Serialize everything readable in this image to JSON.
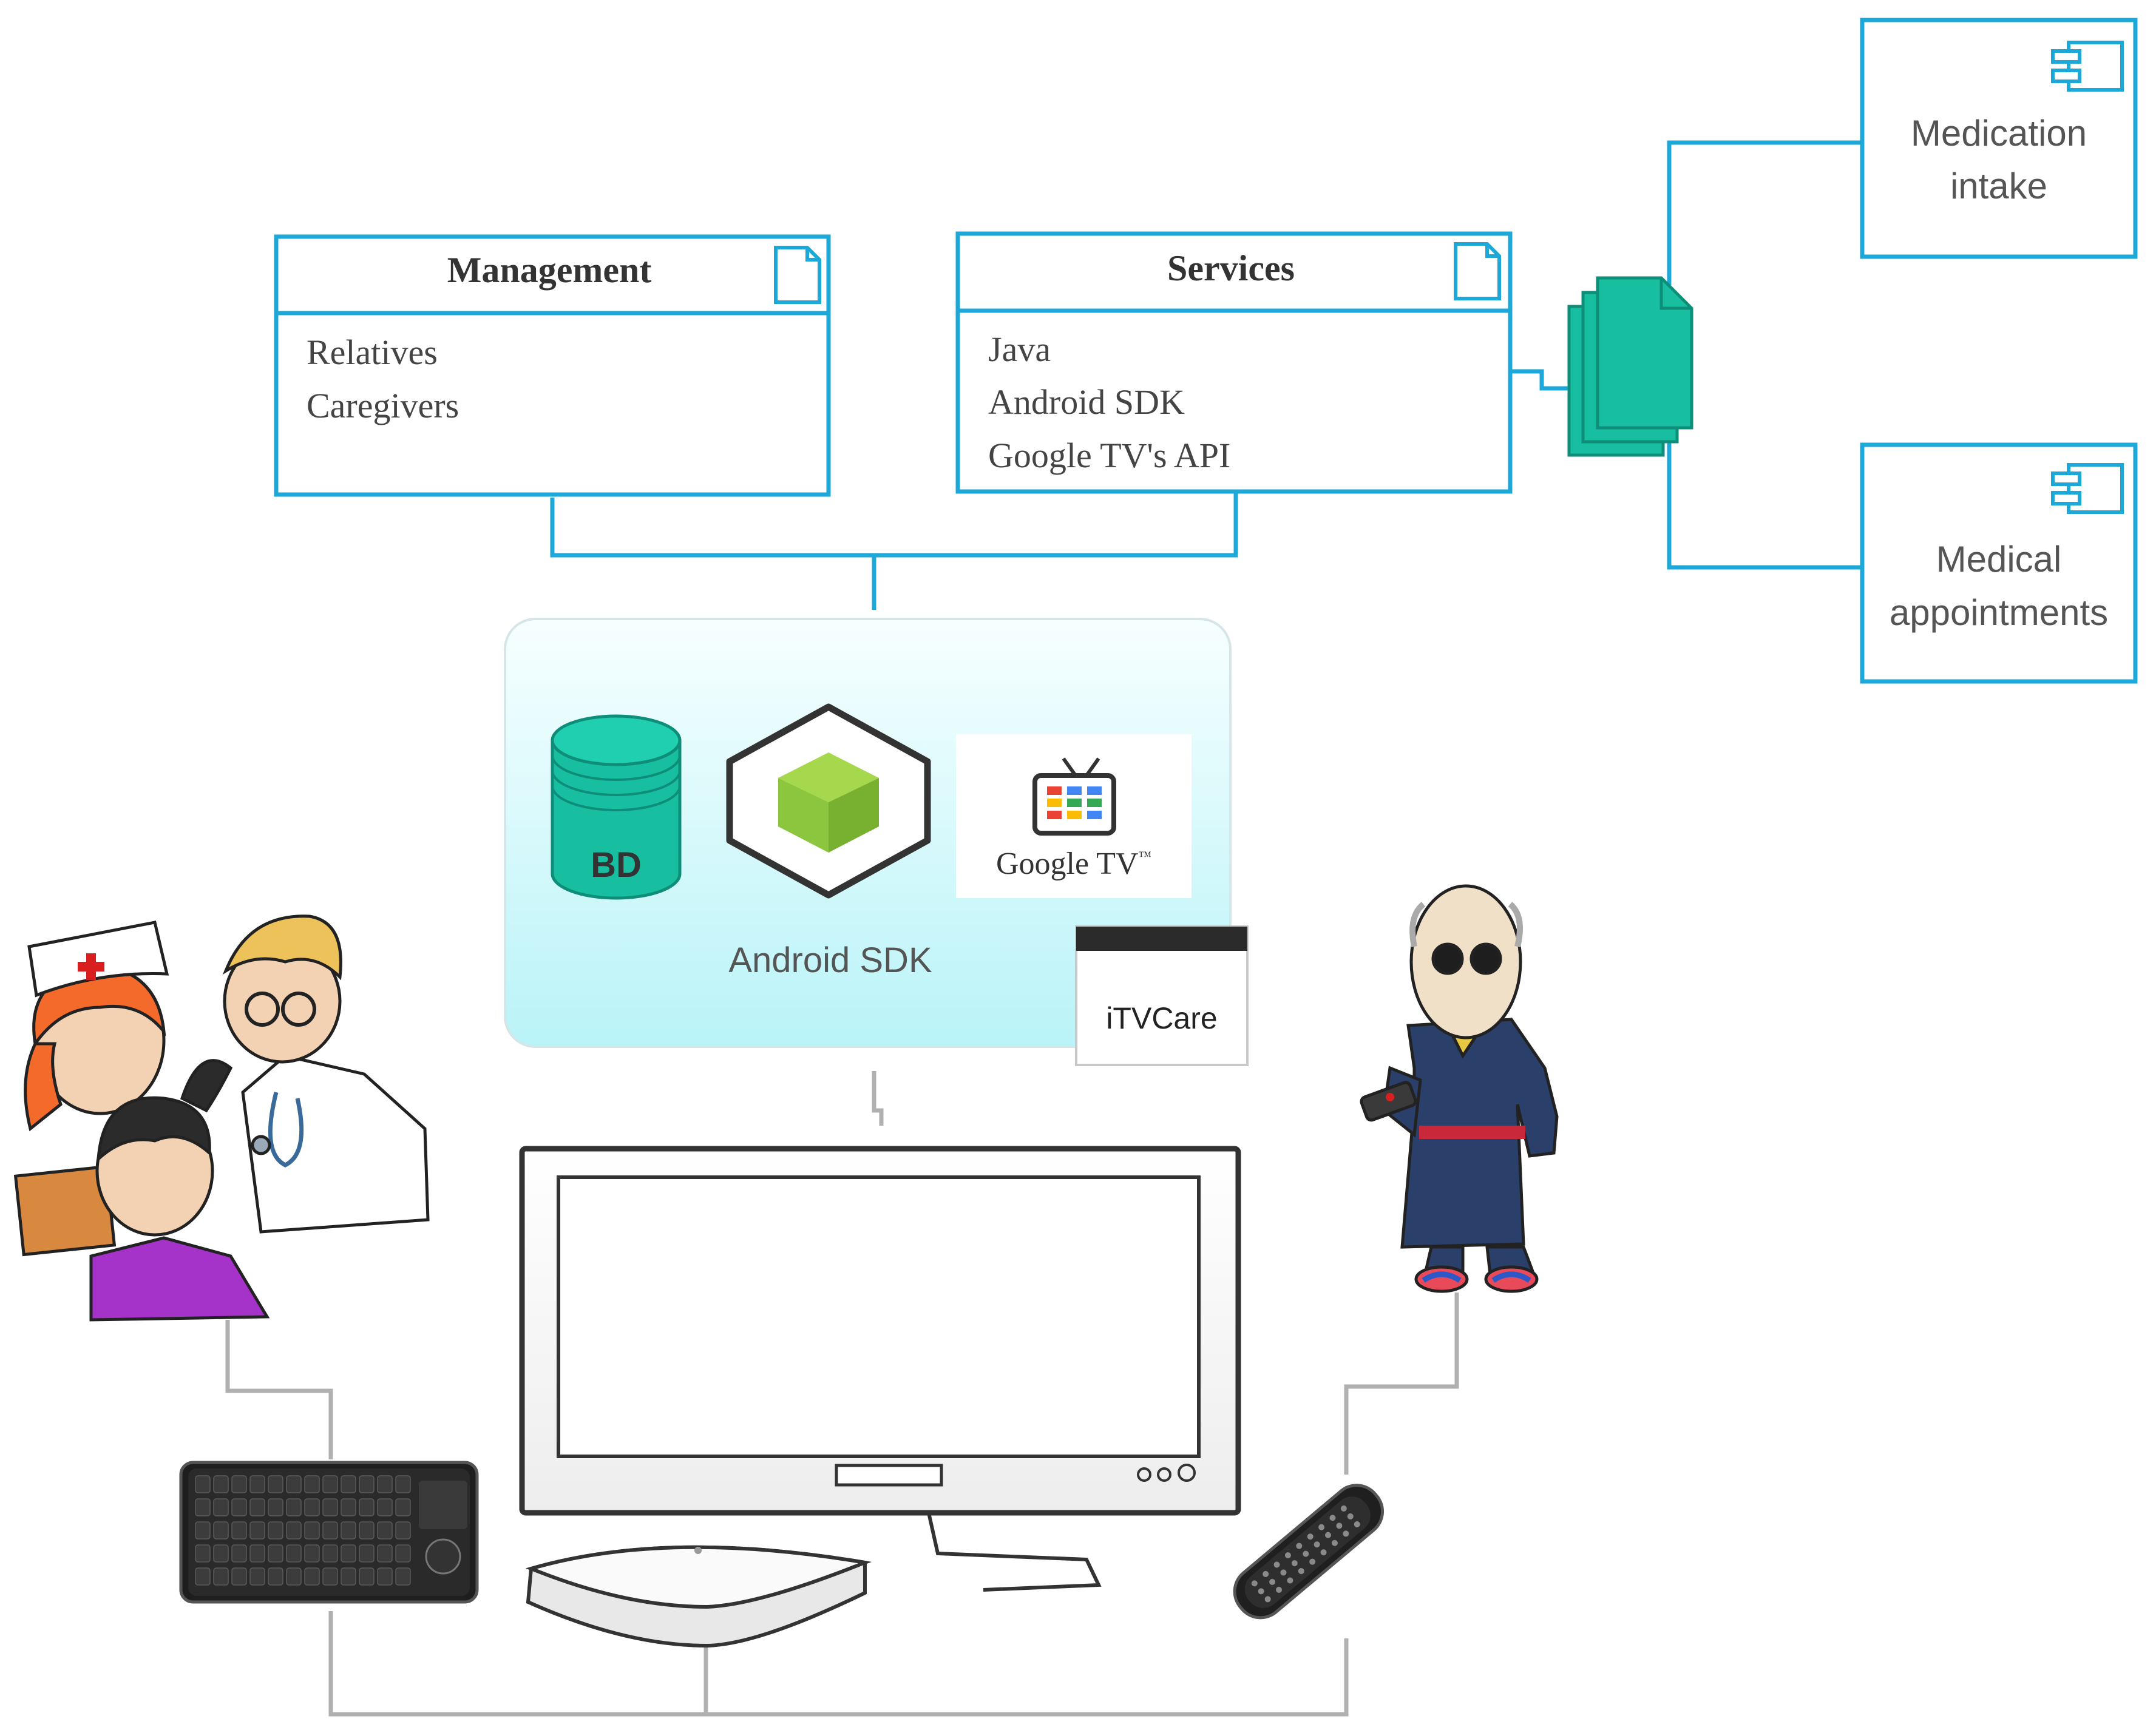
{
  "management": {
    "title": "Management",
    "items": [
      "Relatives",
      "Caregivers"
    ]
  },
  "services": {
    "title": "Services",
    "items": [
      "Java",
      "Android SDK",
      "Google TV's API"
    ]
  },
  "components": {
    "medication": [
      "Medication",
      "intake"
    ],
    "appointments": [
      "Medical",
      "appointments"
    ]
  },
  "platform": {
    "db_label": "BD",
    "sdk_label": "Android SDK",
    "googletv_label": "Google TV",
    "googletv_mark": "™",
    "app_label": "iTVCare"
  },
  "icons": {
    "management_doc": "document-icon",
    "services_doc": "document-icon",
    "deployment": "document-stack-icon",
    "component": "component-icon",
    "database": "database-icon",
    "android_sdk": "android-cube-icon",
    "google_tv": "tv-icon",
    "caregivers": "caregivers-illustration",
    "elderly_user": "elderly-man-illustration",
    "keyboard": "keyboard-icon",
    "remote": "remote-control-icon",
    "television": "television-icon",
    "set_top_box": "set-top-box-icon"
  },
  "colors": {
    "uml_blue": "#1EA8D8",
    "teal": "#17BFA0",
    "teal_dark": "#0E8E79",
    "android_green": "#8CC63F",
    "connector_gray": "#B0B0B0",
    "panel_top": "#F7FFFF",
    "panel_bottom": "#B9F3F8"
  }
}
